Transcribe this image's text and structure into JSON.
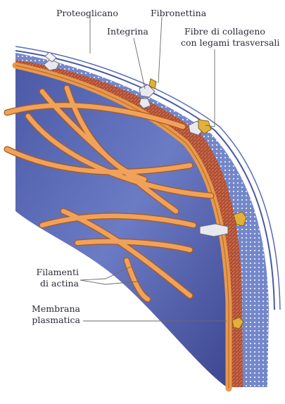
{
  "labels": {
    "proteoglicano": "Proteoglicano",
    "fibronettina": "Fibronettina",
    "integrina": "Integrina",
    "collagene_line1": "Fibre di collageno",
    "collagene_line2": "con legami trasversali",
    "actina_line1": "Filamenti",
    "actina_line2": "di actina",
    "membrana_line1": "Membrana",
    "membrana_line2": "plasmatica"
  },
  "colors": {
    "cytoplasm": "#5a68b5",
    "cytoplasm_dark": "#39438a",
    "membrane": "#e89a4a",
    "matrix_red": "#b8563a",
    "matrix_blue": "#6f84c8",
    "actin": "#f0a25a",
    "actin_edge": "#a85a22",
    "leader": "#6a6a6a",
    "text": "#2a2a3a"
  }
}
